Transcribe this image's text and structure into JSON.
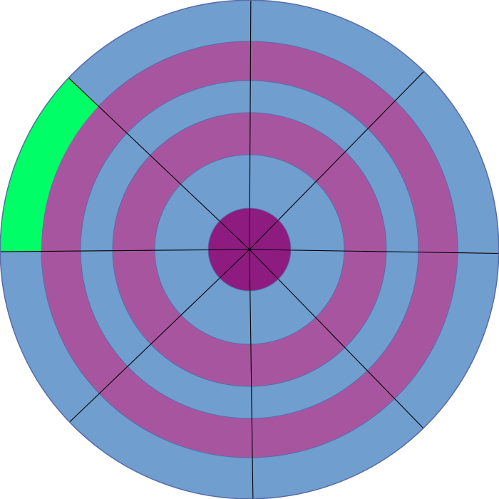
{
  "diagram": {
    "type": "concentric-sector-target",
    "rings": [
      {
        "name": "outer-ring",
        "color": "#6f9ecf"
      },
      {
        "name": "ring-2",
        "color": "#a855a0"
      },
      {
        "name": "ring-3",
        "color": "#6f9ecf"
      },
      {
        "name": "ring-4",
        "color": "#a855a0"
      },
      {
        "name": "inner-ring",
        "color": "#6f9ecf"
      },
      {
        "name": "bullseye",
        "color": "#8e1b7f"
      }
    ],
    "sectors": 8,
    "highlight": {
      "ring": "outer-ring",
      "sector": "west-northwest",
      "color": "#00ff66"
    },
    "spoke_color": "#000000",
    "outline_color": "#5b6aa8"
  }
}
